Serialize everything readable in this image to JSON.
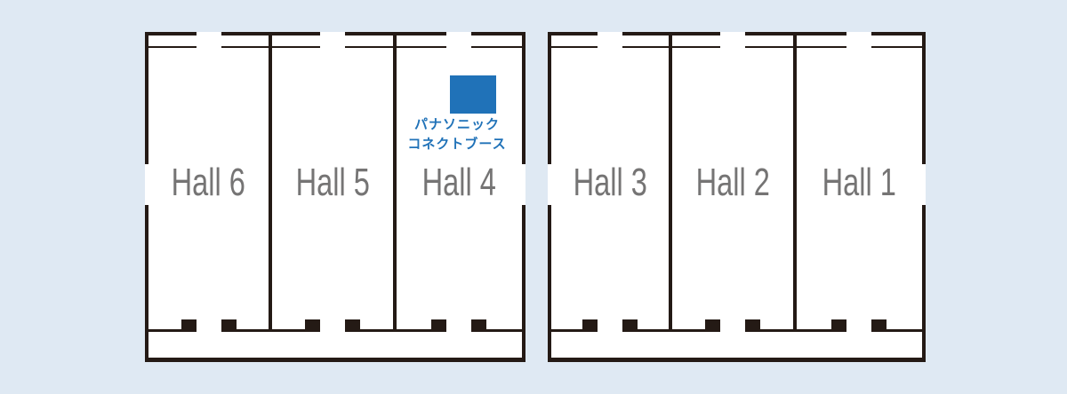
{
  "colors": {
    "background": "#dfe9f3",
    "wall_ink": "#241a15",
    "hall_label_gray": "#757474",
    "booth_blue": "#2072b8",
    "hall_interior": "#ffffff"
  },
  "blocks": [
    {
      "name": "west-halls",
      "halls": [
        {
          "label": "Hall 6"
        },
        {
          "label": "Hall 5"
        },
        {
          "label": "Hall 4"
        }
      ]
    },
    {
      "name": "east-halls",
      "halls": [
        {
          "label": "Hall 3"
        },
        {
          "label": "Hall 2"
        },
        {
          "label": "Hall 1"
        }
      ]
    }
  ],
  "booth": {
    "located_in": "Hall 4",
    "line1": "パナソニック",
    "line2": "コネクトブース"
  }
}
